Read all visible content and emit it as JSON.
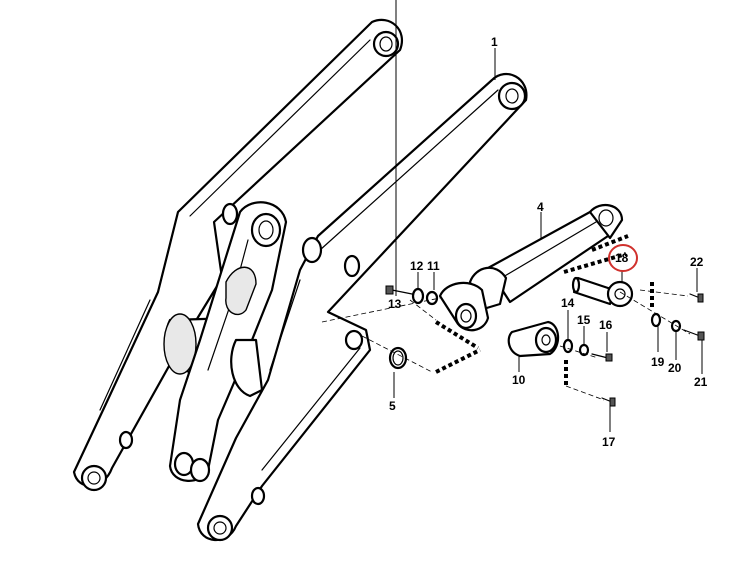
{
  "highlight_color": "#d0312d",
  "highlighted_part": "18",
  "callouts": [
    {
      "id": "c1",
      "label": "1"
    },
    {
      "id": "c4",
      "label": "4"
    },
    {
      "id": "c5",
      "label": "5"
    },
    {
      "id": "c10",
      "label": "10"
    },
    {
      "id": "c11",
      "label": "11"
    },
    {
      "id": "c12",
      "label": "12"
    },
    {
      "id": "c13",
      "label": "13"
    },
    {
      "id": "c14",
      "label": "14"
    },
    {
      "id": "c15",
      "label": "15"
    },
    {
      "id": "c16",
      "label": "16"
    },
    {
      "id": "c17",
      "label": "17"
    },
    {
      "id": "c18",
      "label": "18"
    },
    {
      "id": "c19",
      "label": "19"
    },
    {
      "id": "c20",
      "label": "20"
    },
    {
      "id": "c21",
      "label": "21"
    },
    {
      "id": "c22",
      "label": "22"
    }
  ]
}
